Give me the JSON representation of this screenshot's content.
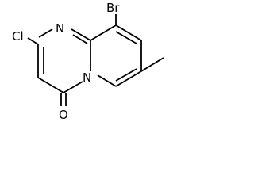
{
  "molecule": {
    "atoms": {
      "bromine": "Br",
      "chlorine": "Cl",
      "nitrogen_ring": "N",
      "nitrogen_bridge": "N",
      "oxygen": "O"
    }
  }
}
